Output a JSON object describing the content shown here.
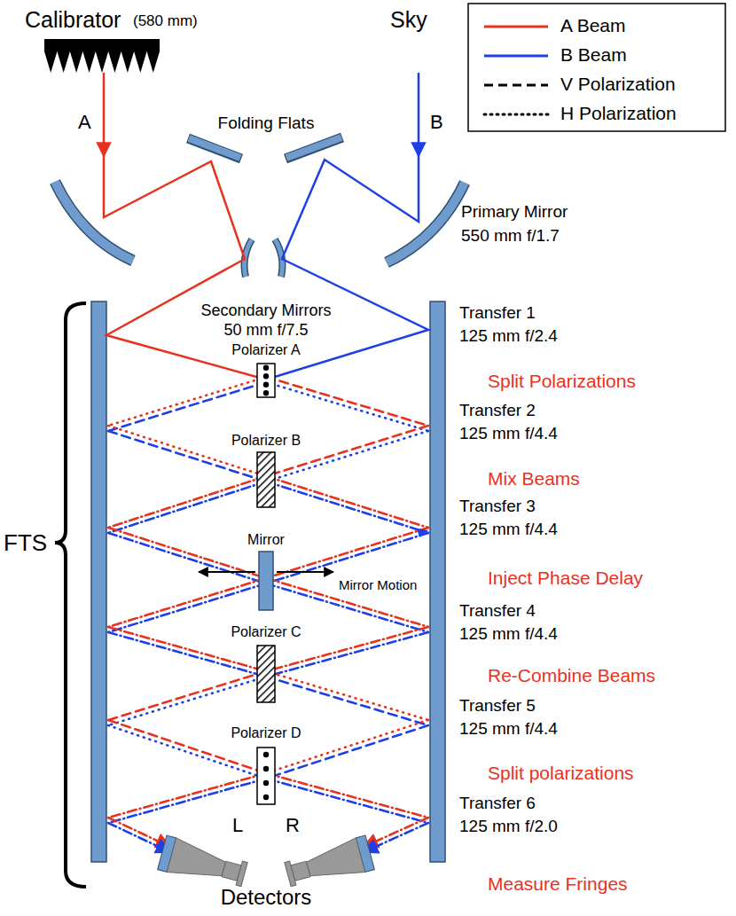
{
  "diagram": {
    "labels": [
      "Calibrator",
      "(580 mm)",
      "Sky",
      "A",
      "B",
      "Folding Flats",
      "Primary Mirror",
      "550 mm f/1.7",
      "Secondary Mirrors",
      "50 mm f/7.5",
      "Transfer 1",
      "125 mm f/2.4",
      "Polarizer A",
      "Split Polarizations",
      "Transfer 2",
      "125 mm f/4.4",
      "Polarizer B",
      "Mix Beams",
      "Transfer 3",
      "125 mm f/4.4",
      "Mirror",
      "Mirror Motion",
      "Inject Phase Delay",
      "Transfer 4",
      "125 mm f/4.4",
      "Polarizer C",
      "Re-Combine Beams",
      "Transfer 5",
      "125 mm f/4.4",
      "Polarizer D",
      "Split polarizations",
      "Transfer 6",
      "125 mm f/2.0",
      "FTS",
      "L",
      "R",
      "Detectors",
      "Measure Fringes"
    ],
    "legend": [
      {
        "text": "A Beam",
        "color": "#e8321e"
      },
      {
        "text": "B Beam",
        "color": "#1f3fe6"
      },
      {
        "text": "V Polarization"
      },
      {
        "text": "H Polarization"
      }
    ]
  }
}
